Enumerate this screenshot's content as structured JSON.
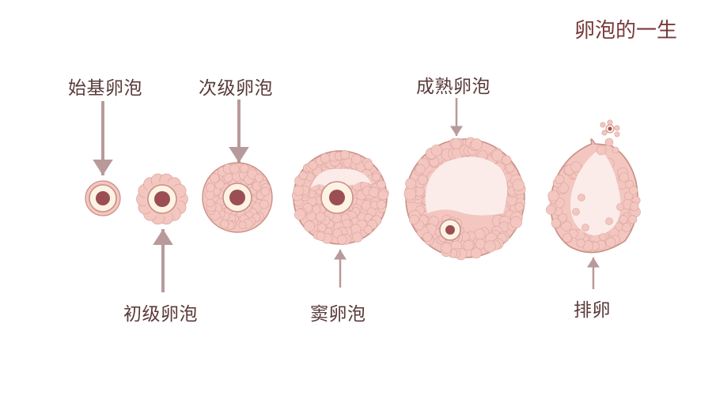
{
  "title": "卵泡的一生",
  "stages": {
    "primordial": "始基卵泡",
    "primary": "初级卵泡",
    "secondary": "次级卵泡",
    "antral": "窦卵泡",
    "mature": "成熟卵泡",
    "ovulation": "排卵"
  },
  "colors": {
    "arrow": "#b89a9a",
    "cell_fill": "#f3c6c0",
    "cell_stroke": "#dba39b",
    "outline": "#c98f86",
    "antrum": "#fbecea",
    "zona": "#fdf3e4",
    "nucleus": "#9b4f52",
    "title": "#7a3a3a",
    "label": "#5a3a3a"
  }
}
